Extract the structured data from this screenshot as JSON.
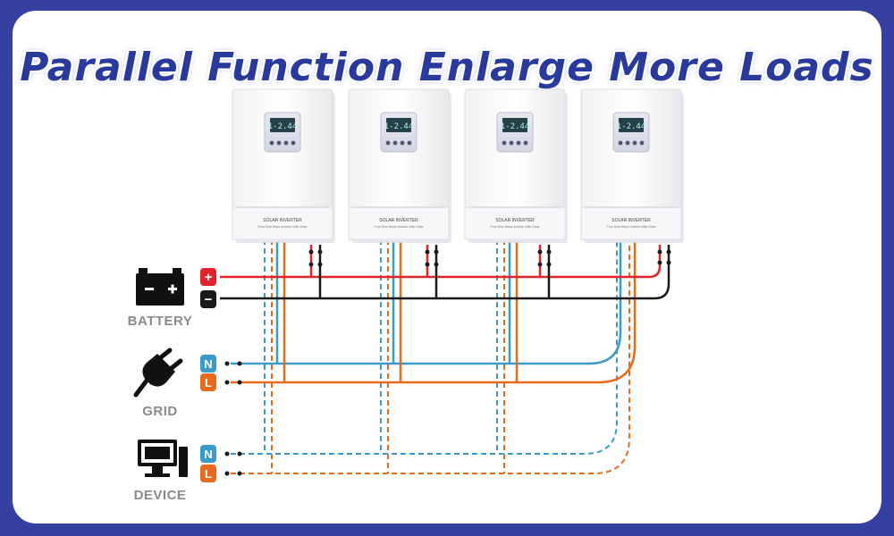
{
  "title": "Parallel Function Enlarge More Loads",
  "inverter": {
    "label": "SOLAR INVERTER",
    "sub": "Pure Sine Wave Inverter With Solar",
    "lcd": "1-2.44",
    "count": 4
  },
  "sources": {
    "battery": {
      "label": "BATTERY",
      "plus": "+",
      "minus": "−"
    },
    "grid": {
      "label": "GRID",
      "n": "N",
      "l": "L"
    },
    "device": {
      "label": "DEVICE",
      "n": "N",
      "l": "L"
    }
  },
  "colors": {
    "frame": "#3540a0",
    "title": "#2a3a9c",
    "positive": "#e3232b",
    "negative": "#1a1a1a",
    "neutral": "#3a9ac9",
    "live": "#e86a1c",
    "icon": "#111111"
  }
}
